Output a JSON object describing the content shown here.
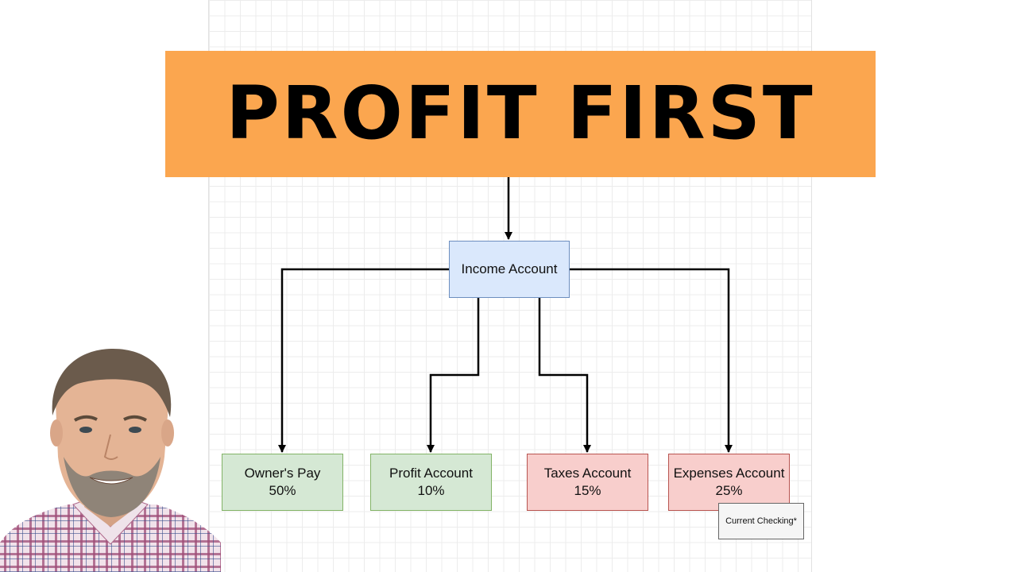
{
  "banner": {
    "title": "PROFIT FIRST",
    "color": "#fba64f"
  },
  "diagram": {
    "root": {
      "label": "Income Account"
    },
    "accounts": [
      {
        "name": "Owner's Pay",
        "percent": "50%",
        "style": "green"
      },
      {
        "name": "Profit Account",
        "percent": "10%",
        "style": "green"
      },
      {
        "name": "Taxes Account",
        "percent": "15%",
        "style": "red"
      },
      {
        "name": "Expenses Account",
        "percent": "25%",
        "style": "red"
      }
    ],
    "note": "Current Checking*"
  },
  "colors": {
    "income_fill": "#dae8fc",
    "green_fill": "#d5e8d4",
    "red_fill": "#f8cecc"
  },
  "presenter": {
    "icon": "presenter-photo"
  }
}
